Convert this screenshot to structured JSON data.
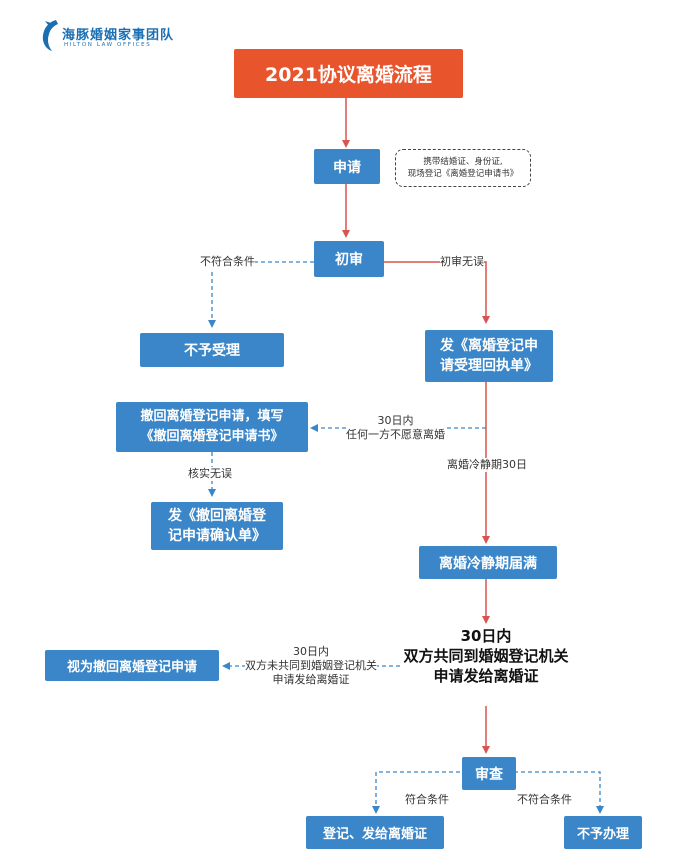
{
  "logo": {
    "name_cn": "海豚婚姻家事团队",
    "name_en": "HILTON LAW OFFICES"
  },
  "title": "2021协议离婚流程",
  "nodes": {
    "apply": "申请",
    "apply_note_line1": "携带结婚证、身份证,",
    "apply_note_line2": "现场登记《离婚登记申请书》",
    "first_review": "初审",
    "reject": "不予受理",
    "receipt_line1": "发《离婚登记申",
    "receipt_line2": "请受理回执单》",
    "withdraw_line1": "撤回离婚登记申请，填写",
    "withdraw_line2": "《撤回离婚登记申请书》",
    "withdraw_confirm_line1": "发《撤回离婚登",
    "withdraw_confirm_line2": "记申请确认单》",
    "cooling_end": "离婚冷静期届满",
    "joint_line1": "30日内",
    "joint_line2": "双方共同到婚姻登记机关",
    "joint_line3": "申请发给离婚证",
    "deemed_withdraw": "视为撤回离婚登记申请",
    "examine": "审查",
    "register": "登记、发给离婚证",
    "not_handle": "不予办理"
  },
  "labels": {
    "not_qualified": "不符合条件",
    "first_ok": "初审无误",
    "within_30_line1": "30日内",
    "within_30_line2": "任何一方不愿意离婚",
    "cooling_period": "离婚冷静期30日",
    "verified": "核实无误",
    "not_joint_line1": "30日内",
    "not_joint_line2": "双方未共同到婚姻登记机关",
    "not_joint_line3": "申请发给离婚证",
    "qualified": "符合条件",
    "not_qualified_2": "不符合条件"
  },
  "colors": {
    "title_fill": "#e8552d",
    "node_fill": "#3a86c8",
    "solid_arrow": "#d9534f",
    "dashed_arrow": "#3a86c8"
  }
}
